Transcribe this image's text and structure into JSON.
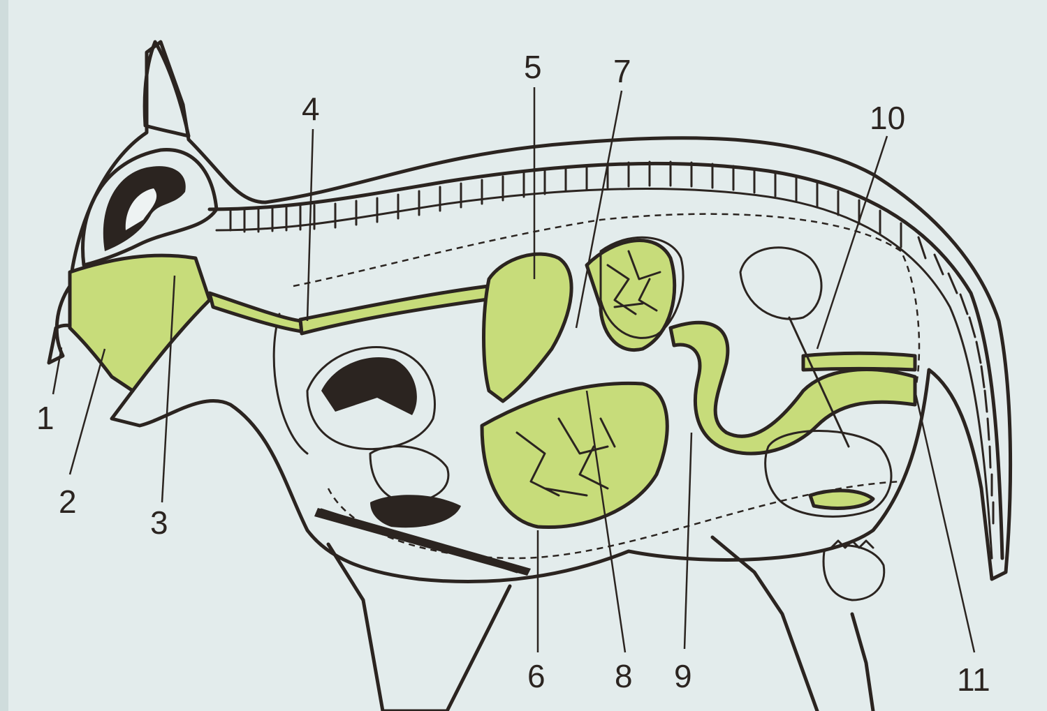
{
  "diagram": {
    "colors": {
      "background": "#e3ecec",
      "body_fill": "#eef3f3",
      "ink": "#2b2420",
      "digestive_tract": "#c7dc7a"
    },
    "labels": [
      "1",
      "2",
      "3",
      "4",
      "5",
      "7",
      "10",
      "6",
      "8",
      "9",
      "11"
    ]
  }
}
